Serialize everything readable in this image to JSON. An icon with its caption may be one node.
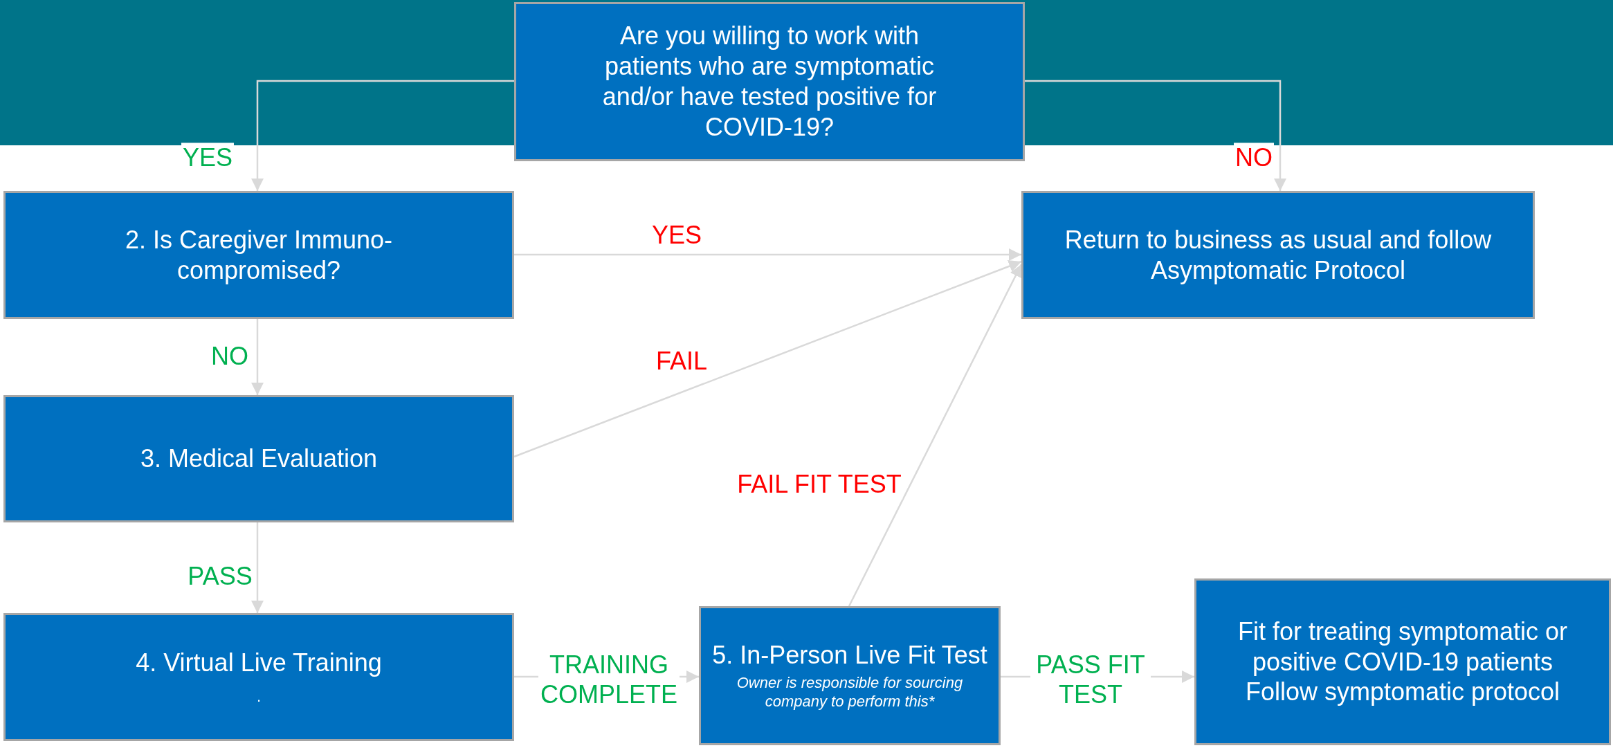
{
  "diagram": {
    "nodes": [
      {
        "text": [
          "Are you willing to work with patients who are symptomatic and/or have tested positive for COVID-19?"
        ]
      },
      {
        "text": [
          "2. Is Caregiver Immuno-compromised?"
        ]
      },
      {
        "text": [
          "Return to business as usual and follow Asymptomatic Protocol"
        ]
      },
      {
        "text": [
          "3. Medical Evaluation"
        ]
      },
      {
        "text": [
          "4. Virtual Live Training",
          "."
        ]
      },
      {
        "text": [
          "5. In-Person Live Fit Test",
          "Owner is responsible for sourcing company to perform this*"
        ]
      },
      {
        "text": [
          "Fit for treating symptomatic or positive COVID-19 patients",
          "Follow symptomatic protocol"
        ]
      }
    ],
    "edges": [
      {
        "from": 0,
        "to": 1,
        "arrow": "to",
        "label": "YES"
      },
      {
        "from": 0,
        "to": 2,
        "arrow": "to",
        "label": "NO"
      },
      {
        "from": 1,
        "to": 2,
        "arrow": "to",
        "label": "YES"
      },
      {
        "from": 1,
        "to": 3,
        "arrow": "to",
        "label": "NO"
      },
      {
        "from": 3,
        "to": 2,
        "arrow": "to",
        "label": "FAIL"
      },
      {
        "from": 3,
        "to": 4,
        "arrow": "to",
        "label": "PASS"
      },
      {
        "from": 4,
        "to": 5,
        "arrow": "to",
        "label": "TRAINING COMPLETE"
      },
      {
        "from": 5,
        "to": 2,
        "arrow": "to",
        "label": "FAIL FIT TEST"
      },
      {
        "from": 5,
        "to": 6,
        "arrow": "to",
        "label": "PASS FIT TEST"
      }
    ]
  }
}
